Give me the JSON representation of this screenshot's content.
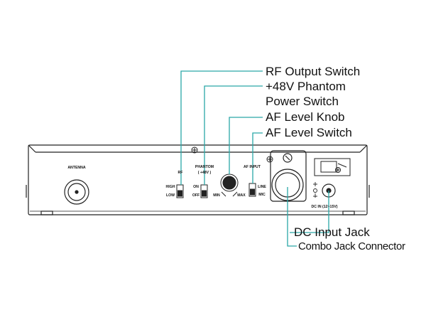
{
  "callouts": {
    "rf_output_switch": "RF Output Switch",
    "phantom_line1": "+48V Phantom",
    "phantom_line2": "Power Switch",
    "af_level_knob": "AF Level Knob",
    "af_level_switch": "AF Level Switch",
    "dc_input_jack": "DC Input Jack",
    "combo_jack_connector": "Combo Jack Connector"
  },
  "panel": {
    "antenna": "ANTENNA",
    "rf": "RF",
    "high": "HIGH",
    "low": "LOW",
    "phantom": "PHANTOM",
    "phantom_sub": "( +48V )",
    "on": "ON",
    "off": "OFF",
    "min": "MIN",
    "max": "MAX",
    "af_input": "AF INPUT",
    "line": "LINE",
    "mic": "MIC",
    "dc_in": "DC IN (12~15V)"
  },
  "colors": {
    "leader": "#2aa8a8",
    "outline": "#222222"
  }
}
